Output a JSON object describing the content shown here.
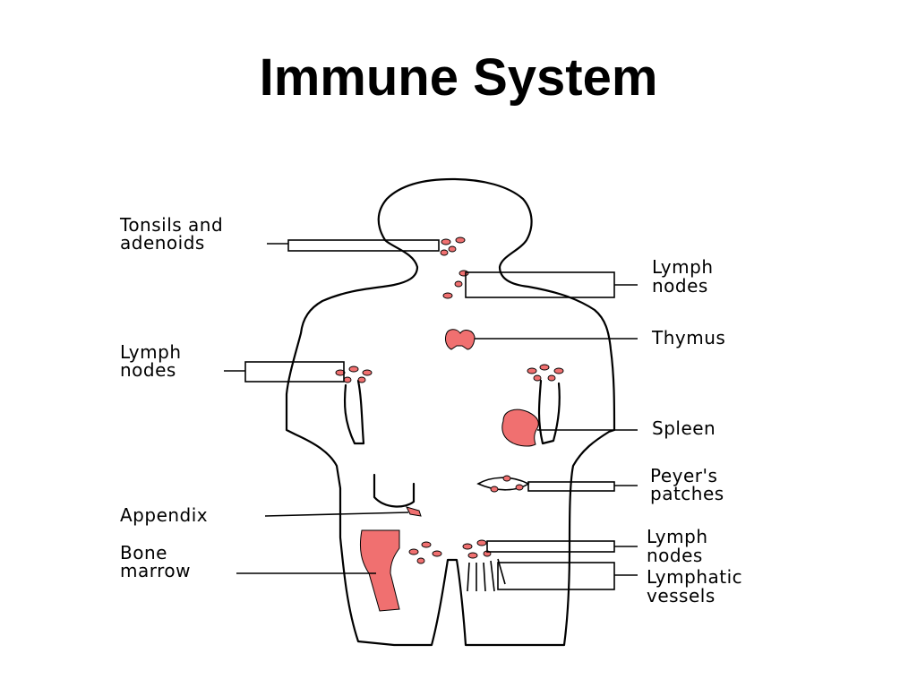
{
  "title": "Immune System",
  "colors": {
    "organ": "#f07070",
    "outline": "#000000",
    "background": "#ffffff"
  },
  "labels": {
    "tonsils_line1": "Tonsils and",
    "tonsils_line2": "adenoids",
    "lymph_left_line1": "Lymph",
    "lymph_left_line2": "nodes",
    "appendix": "Appendix",
    "bone_marrow_line1": "Bone",
    "bone_marrow_line2": "marrow",
    "lymph_neck_line1": "Lymph",
    "lymph_neck_line2": "nodes",
    "thymus": "Thymus",
    "spleen": "Spleen",
    "peyers_line1": "Peyer's",
    "peyers_line2": "patches",
    "lymph_groin_line1": "Lymph",
    "lymph_groin_line2": "nodes",
    "vessels_line1": "Lymphatic",
    "vessels_line2": "vessels"
  }
}
